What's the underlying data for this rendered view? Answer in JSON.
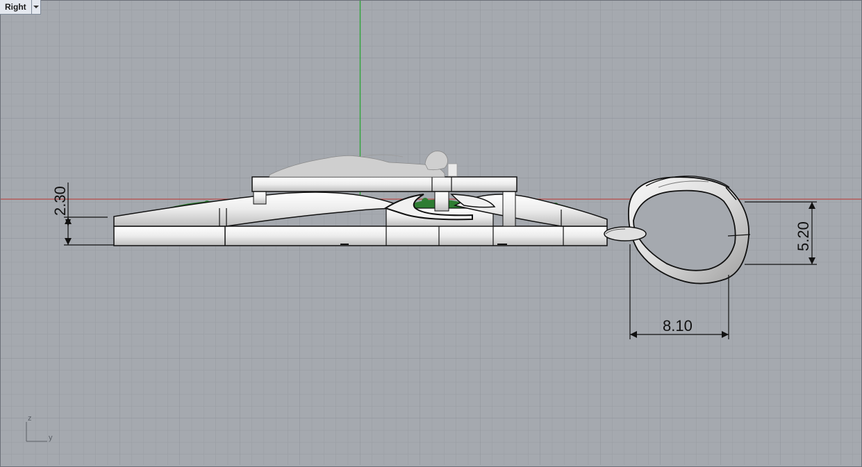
{
  "viewport": {
    "name": "Right",
    "menu_icon": "chevron-down-icon"
  },
  "dimensions": {
    "height_left": "2.30",
    "height_right": "5.20",
    "width_bottom": "8.10"
  },
  "axes": {
    "vertical": "z",
    "horizontal": "y"
  },
  "colors": {
    "background": "#a5a9af",
    "grid_minor": "#979ba1",
    "grid_major": "#8e9299",
    "axis_x_red": "#b94a48",
    "axis_z_green": "#2fa43a",
    "model_silver": "#e9e9e9",
    "gems_green": "#2e7d32",
    "dimension_line": "#111111"
  }
}
